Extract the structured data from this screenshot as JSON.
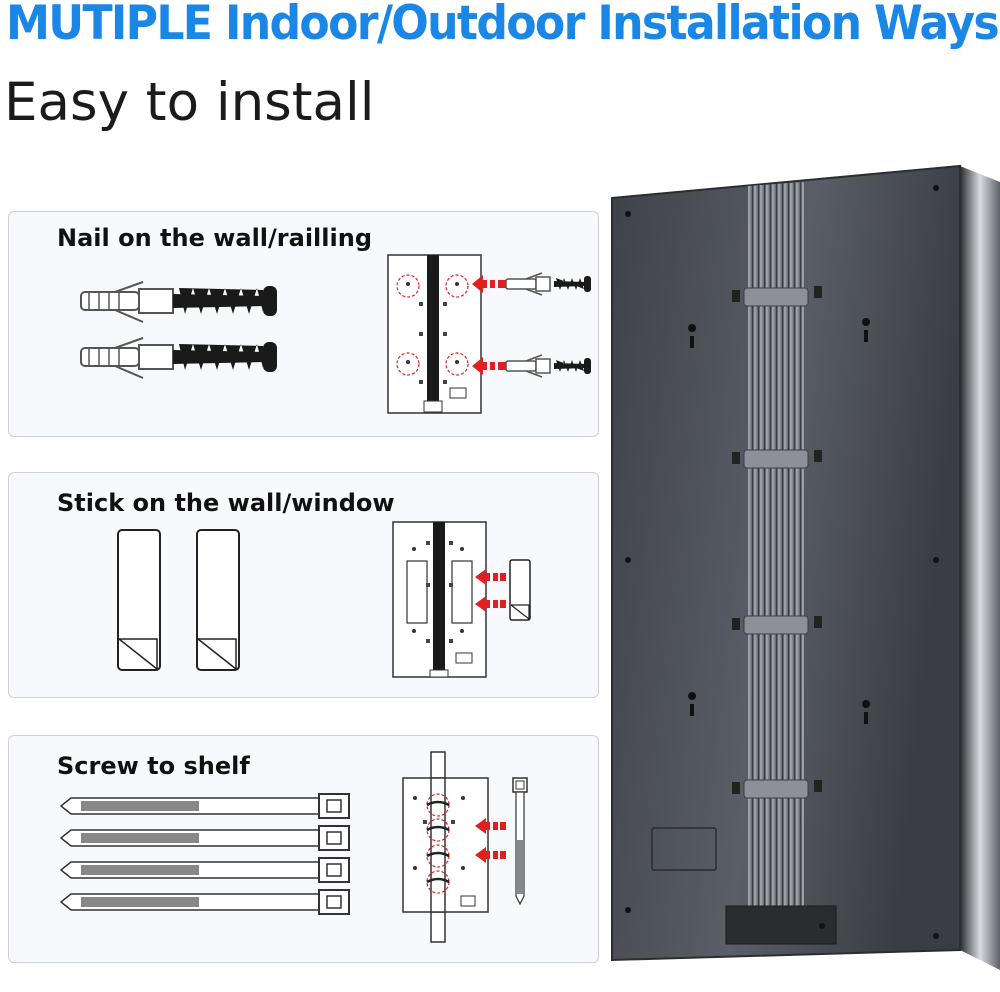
{
  "header": {
    "headline": "MUTIPLE Indoor/Outdoor Installation Ways",
    "subheadline": "Easy to install"
  },
  "panels": [
    {
      "title": "Nail on the wall/railling"
    },
    {
      "title": "Stick on the wall/window"
    },
    {
      "title": "Screw to shelf"
    }
  ],
  "colors": {
    "headline": "#1a86e6",
    "arrow": "#e02020",
    "panel_border": "#c9d2de",
    "device": "#4a4d54"
  }
}
